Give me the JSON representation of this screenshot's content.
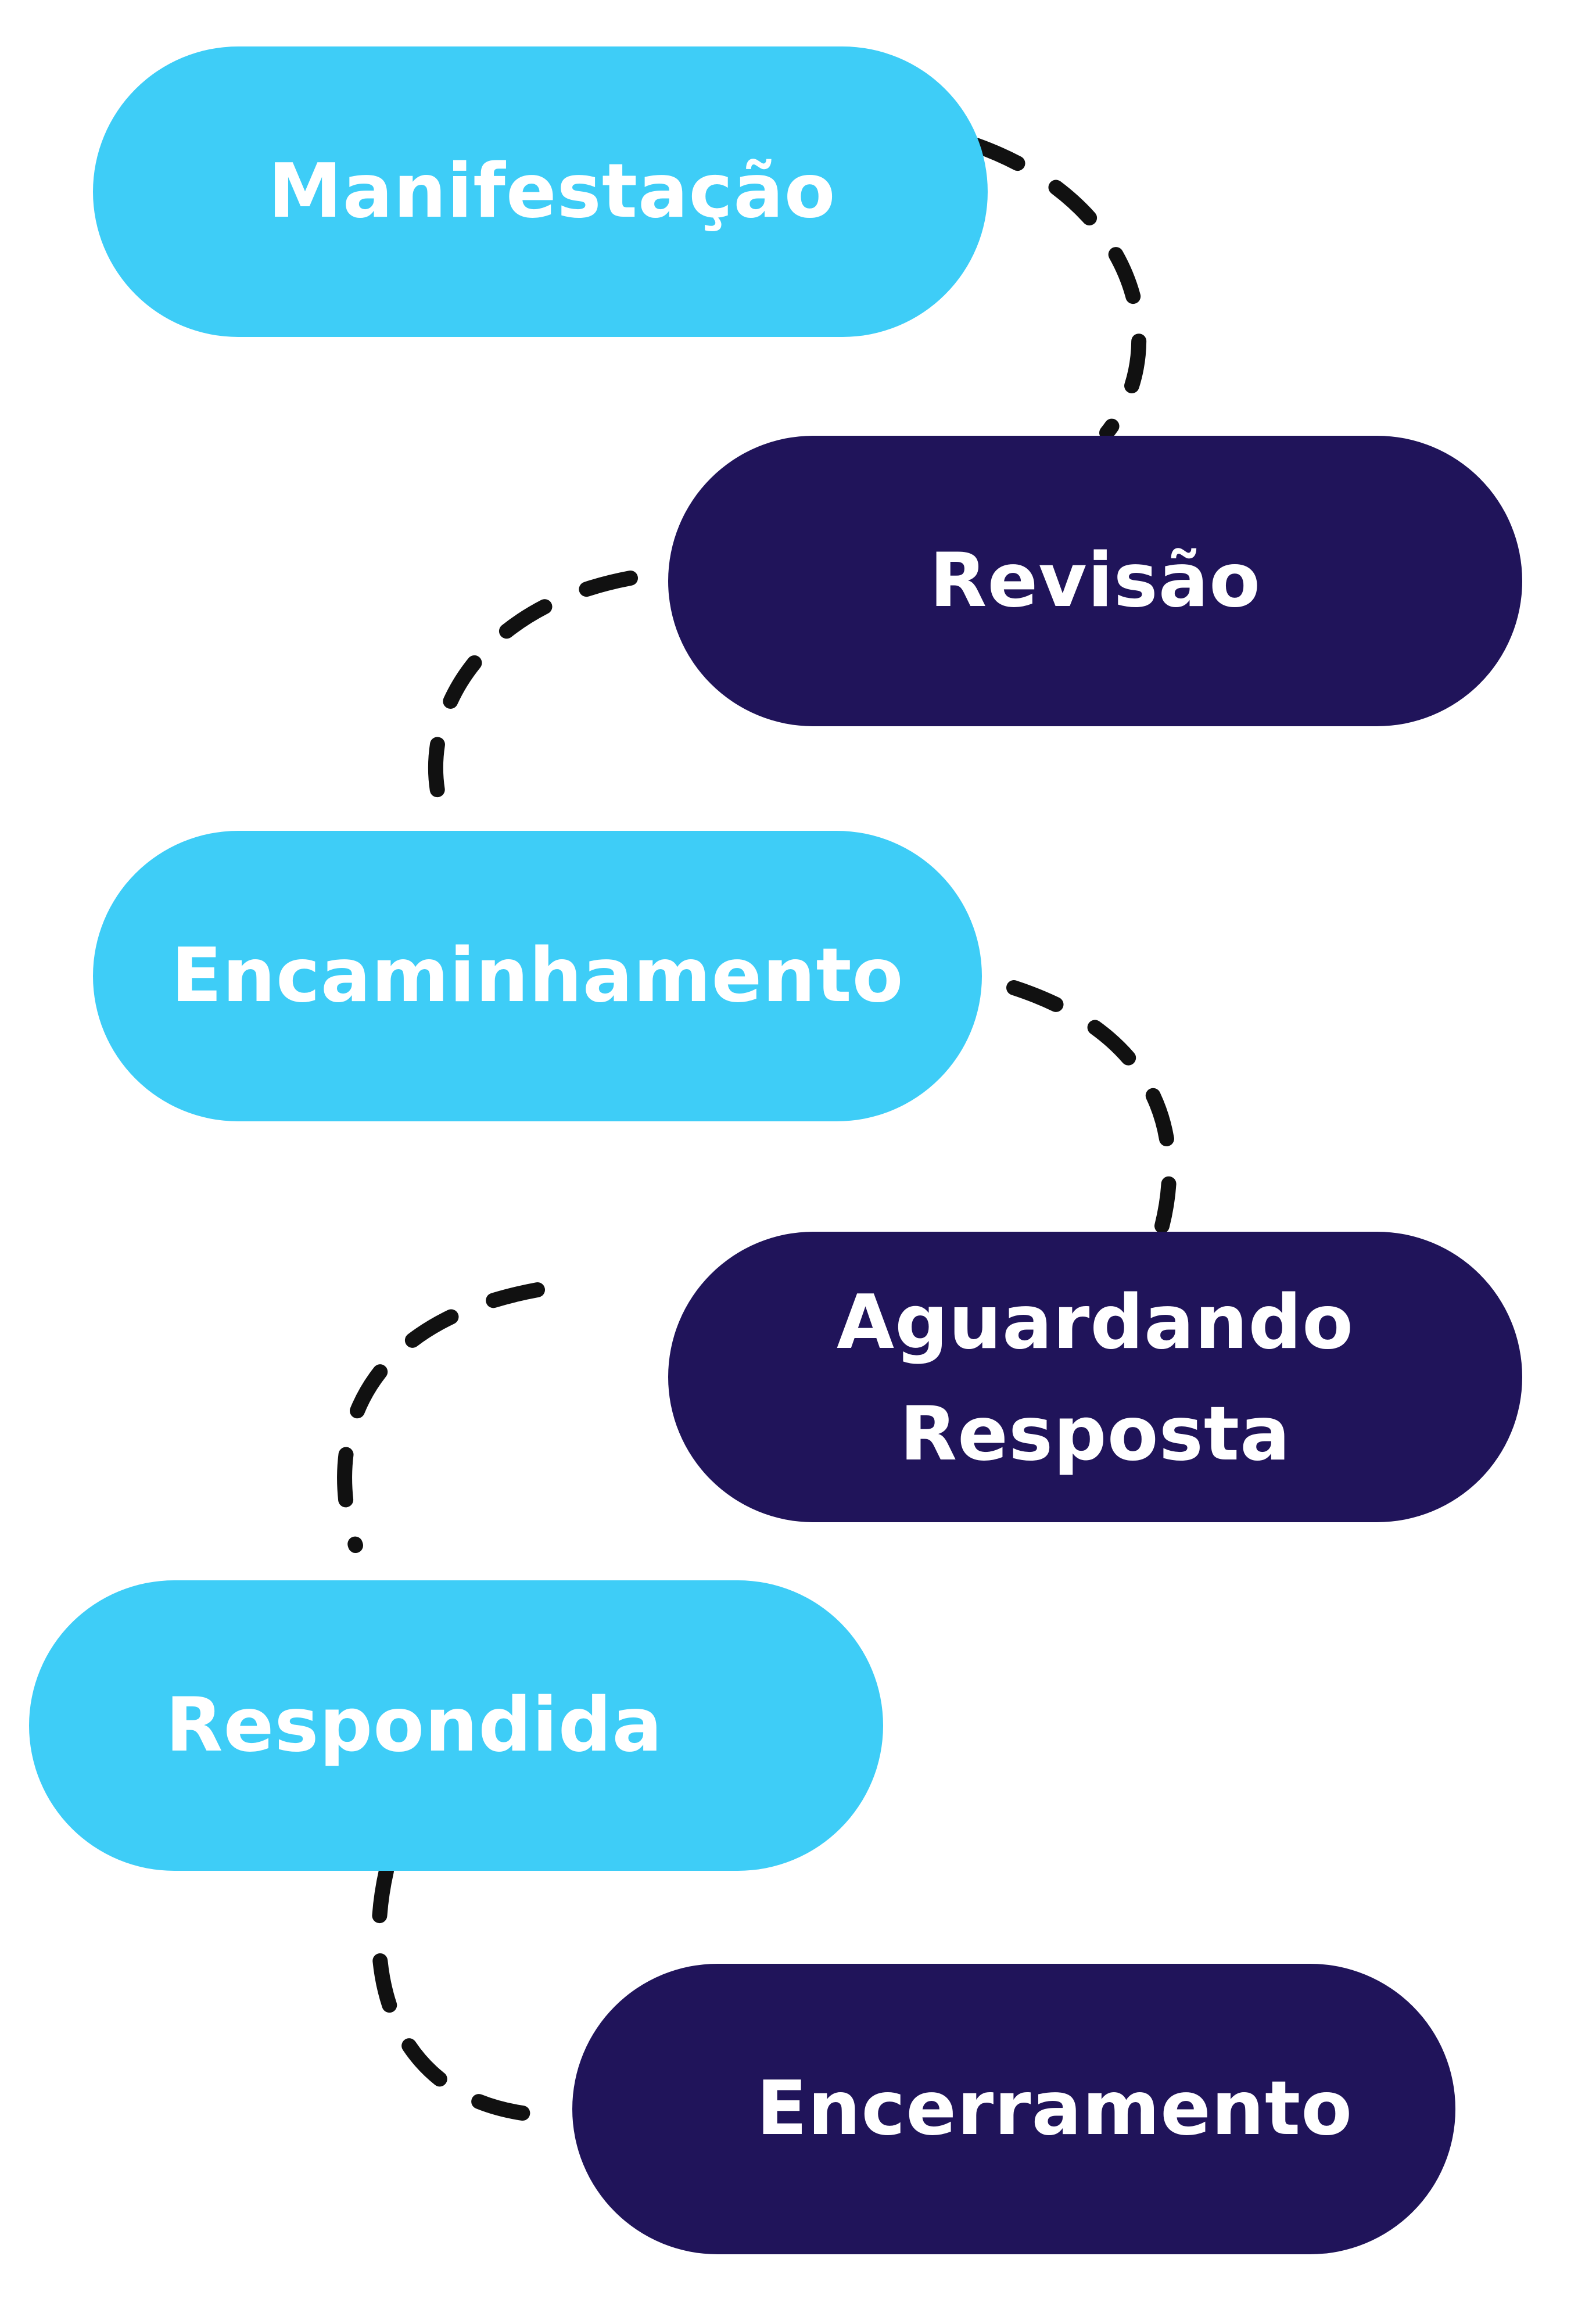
{
  "colors": {
    "light": "#3ecdf7",
    "dark": "#20145a",
    "connector": "#111111"
  },
  "steps": [
    {
      "label": "Manifestação",
      "style": "light"
    },
    {
      "label": "Revisão",
      "style": "dark"
    },
    {
      "label": "Encaminhamento",
      "style": "light"
    },
    {
      "label": "Aguardando\nResposta",
      "style": "dark"
    },
    {
      "label": "Respondida",
      "style": "light"
    },
    {
      "label": "Encerramento",
      "style": "dark"
    }
  ]
}
